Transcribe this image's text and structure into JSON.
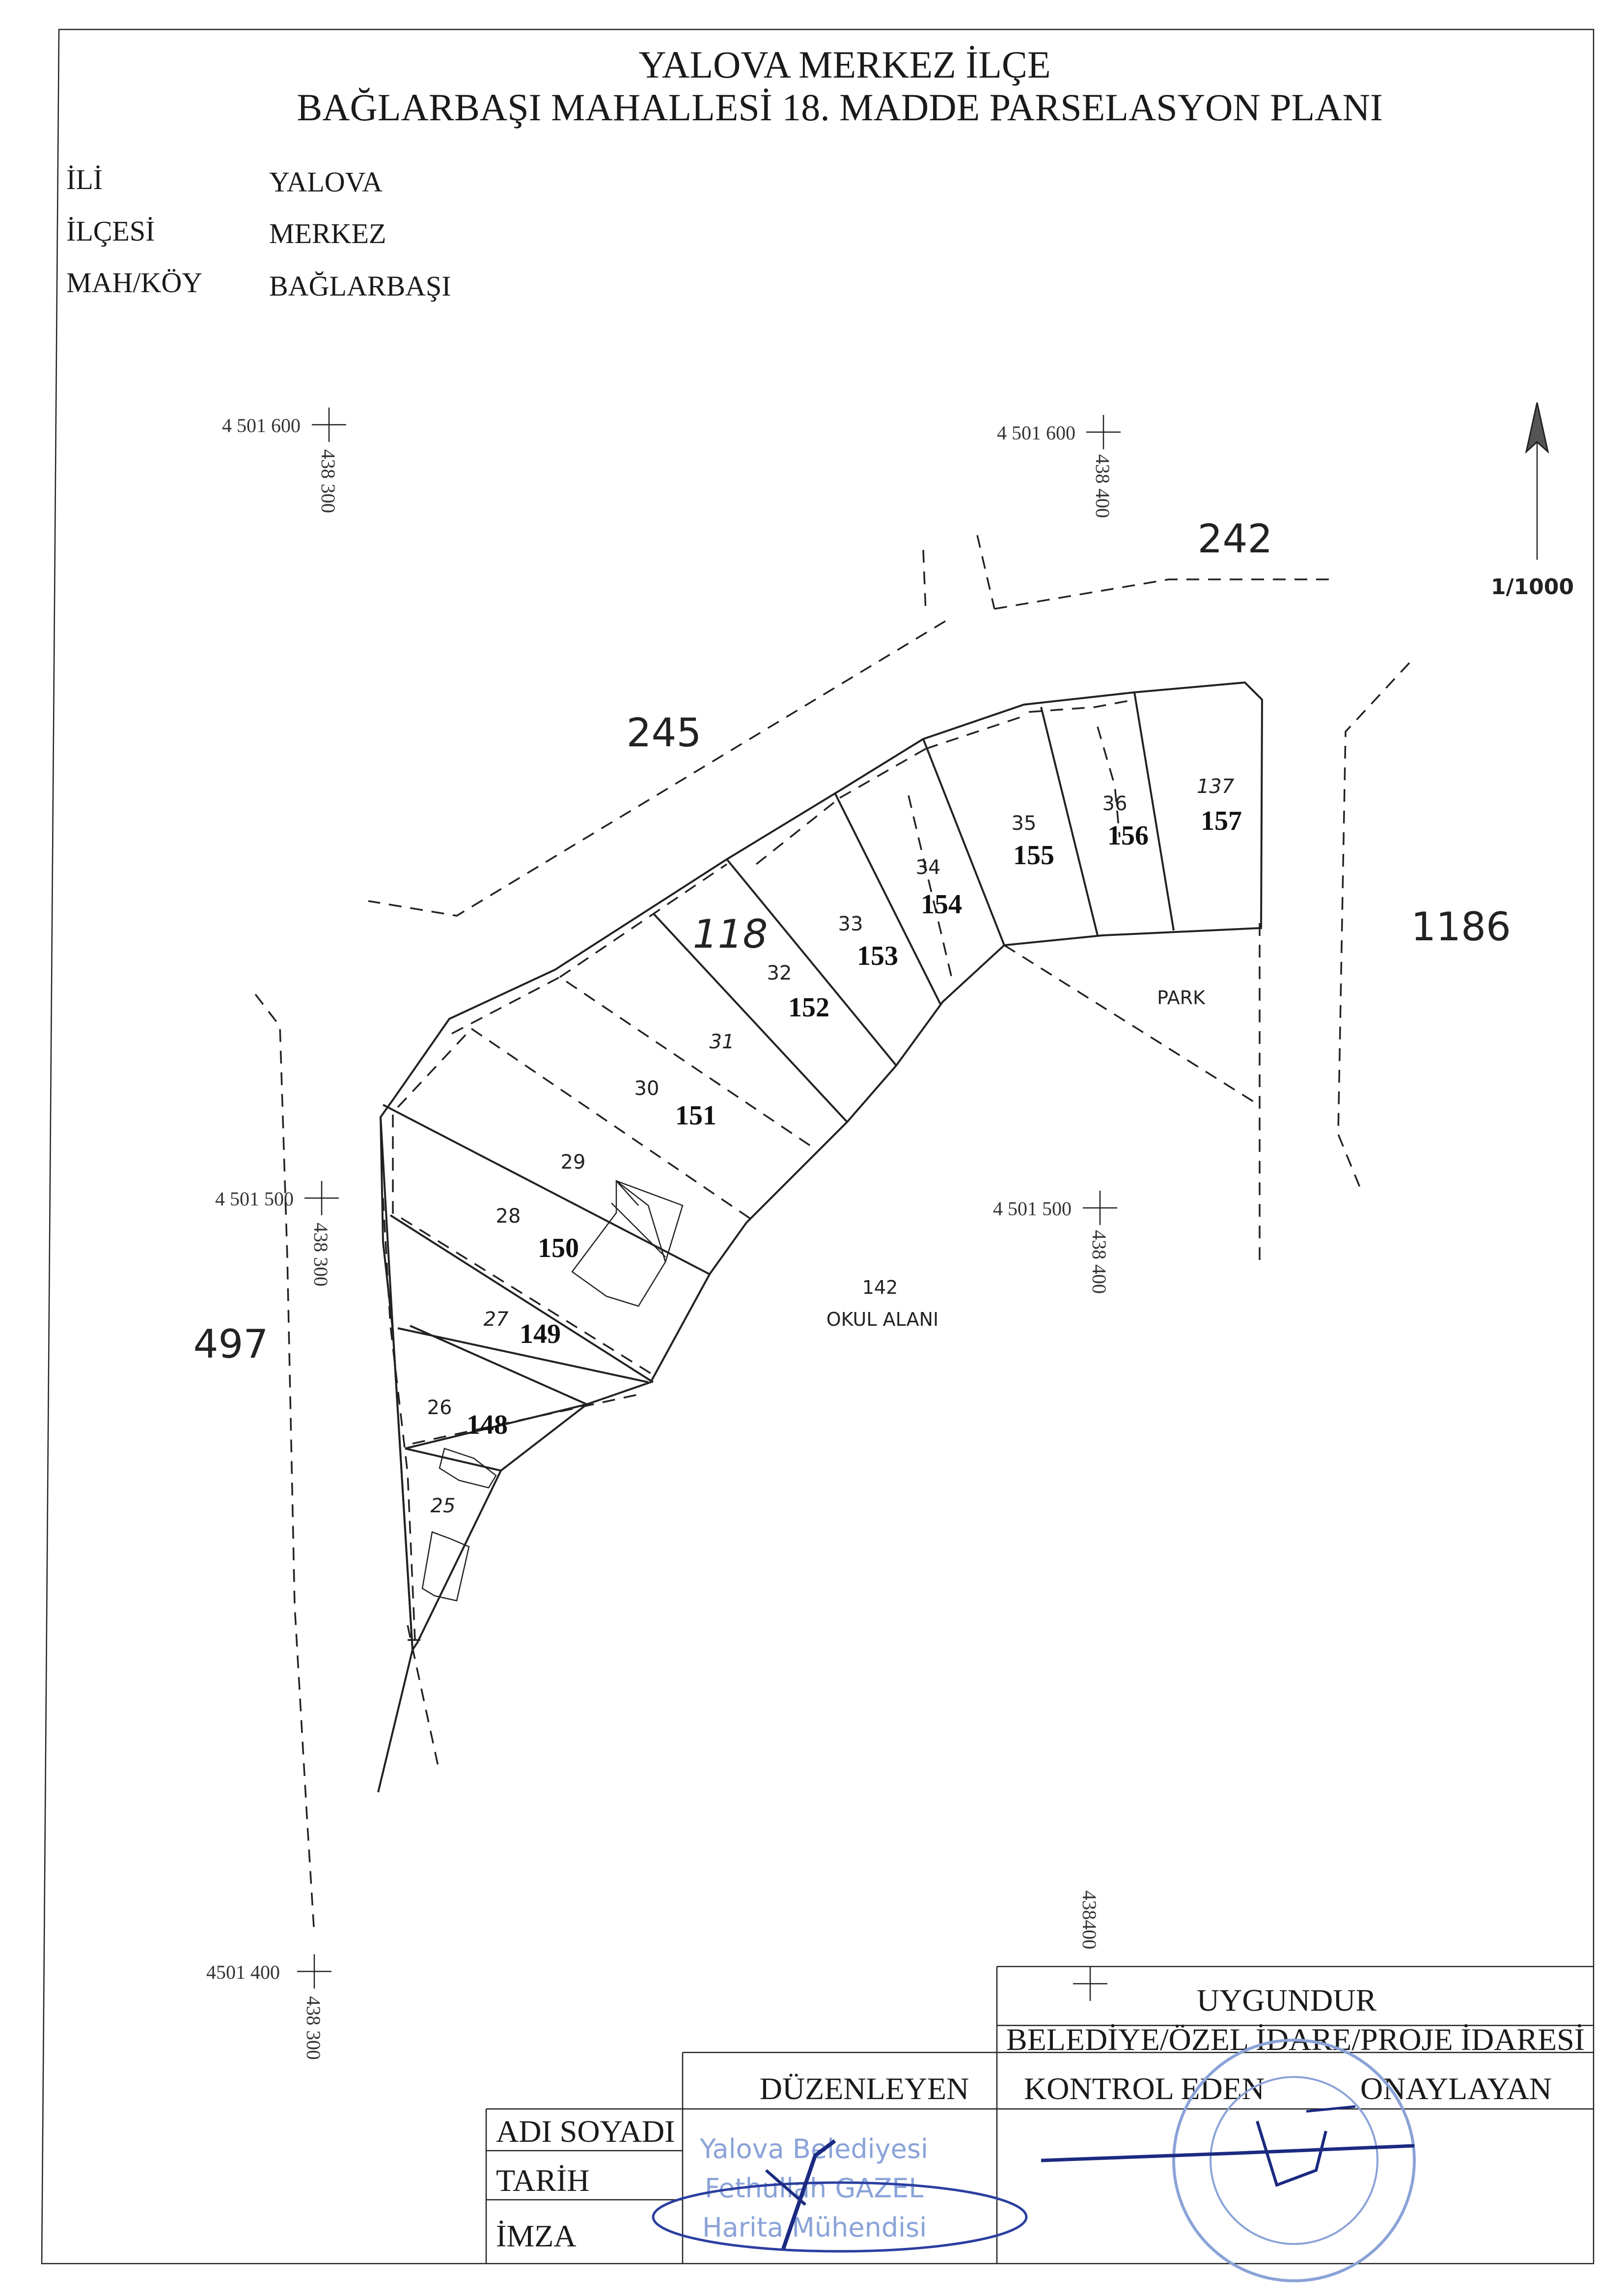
{
  "header": {
    "title_line1": "YALOVA MERKEZ İLÇE",
    "title_line2": "BAĞLARBAŞI MAHALLESİ 18. MADDE PARSELASYON PLANI"
  },
  "info": [
    {
      "label": "İLİ",
      "value": "YALOVA"
    },
    {
      "label": "İLÇESİ",
      "value": "MERKEZ"
    },
    {
      "label": "MAH/KÖY",
      "value": "BAĞLARBAŞI"
    }
  ],
  "coords": {
    "y4501600": "4 501 600",
    "y4501500": "4 501 500",
    "y4501400": "4501 400",
    "x438300": "438 300",
    "x438400": "438 400",
    "x438400b": "438400"
  },
  "scale": "1/1000",
  "blocks": {
    "b242": "242",
    "b245": "245",
    "b1186": "1186",
    "b497": "497",
    "b118": "118",
    "b142": "142",
    "okul": "OKUL ALANI",
    "park": "PARK"
  },
  "parcels": [
    {
      "new": "157",
      "old": "137"
    },
    {
      "new": "156",
      "old": "36"
    },
    {
      "new": "155",
      "old": "35"
    },
    {
      "new": "154",
      "old": "34"
    },
    {
      "new": "153",
      "old": "33"
    },
    {
      "new": "152",
      "old": "32"
    },
    {
      "new": "151",
      "old": "30"
    },
    {
      "new": "150",
      "old": "28"
    },
    {
      "new": "149",
      "old": "27"
    },
    {
      "new": "148",
      "old": "26"
    }
  ],
  "old_extra": {
    "p31": "31",
    "p29": "29",
    "p25": "25"
  },
  "approval": {
    "uygundur": "UYGUNDUR",
    "authority": "BELEDİYE/ÖZEL İDARE/PROJE İDARESİ",
    "col_prepared": "DÜZENLEYEN",
    "col_checked": "KONTROL EDEN",
    "col_approved": "ONAYLAYAN",
    "row_name": "ADI SOYADI",
    "row_date": "TARİH",
    "row_sign": "İMZA"
  },
  "stamp_text": {
    "line1": "Yalova Belediyesi",
    "line2": "Fethullah GAZEL",
    "line3": "Harita Mühendisi"
  }
}
